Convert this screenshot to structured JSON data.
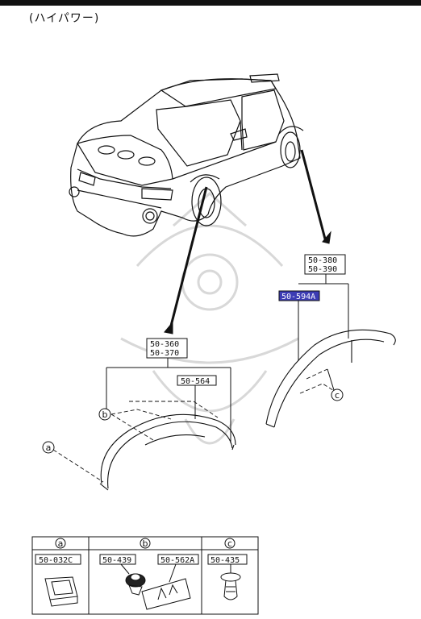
{
  "header": {
    "subtitle": "(ハイパワー)"
  },
  "main_callouts": [
    {
      "id": "front-upper",
      "part_numbers": [
        "50-360",
        "50-370"
      ],
      "highlighted": false
    },
    {
      "id": "front-lower",
      "part_numbers": [
        "50-564"
      ],
      "highlighted": false
    },
    {
      "id": "rear-upper",
      "part_numbers": [
        "50-380",
        "50-390"
      ],
      "highlighted": false
    },
    {
      "id": "rear-lower",
      "part_numbers": [
        "50-594A"
      ],
      "highlighted": true
    }
  ],
  "ref_letters": {
    "a": "a",
    "b": "b",
    "c": "c"
  },
  "legend": {
    "columns": [
      {
        "letter": "a",
        "part_numbers": [
          "50-032C"
        ]
      },
      {
        "letter": "b",
        "part_numbers": [
          "50-439",
          "50-562A"
        ]
      },
      {
        "letter": "c",
        "part_numbers": [
          "50-435"
        ]
      }
    ]
  },
  "colors": {
    "line": "#111111",
    "highlight": "#3c3cb4",
    "highlight_text": "#ffffff",
    "watermark": "#d8d8d8"
  }
}
